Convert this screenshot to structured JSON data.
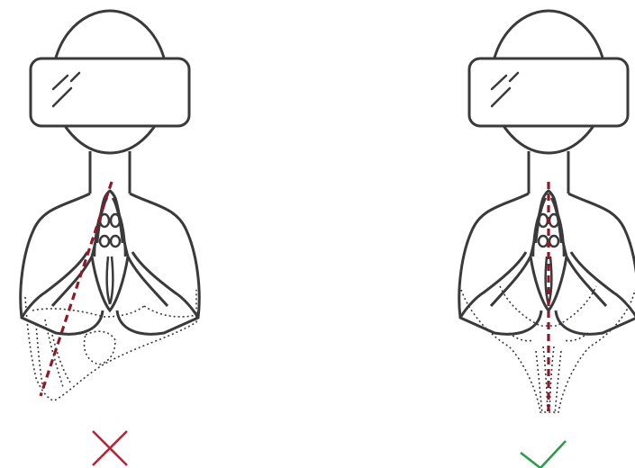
{
  "figures": [
    {
      "id": "incorrect",
      "verdict": "incorrect",
      "mark_icon": "cross-icon"
    },
    {
      "id": "correct",
      "verdict": "correct",
      "mark_icon": "check-icon"
    }
  ],
  "colors": {
    "outline": "#3a3a3a",
    "guide_line": "#8b1a2b",
    "cross_mark": "#b3263c",
    "check_mark": "#2e9a4c",
    "background": "#ffffff"
  }
}
